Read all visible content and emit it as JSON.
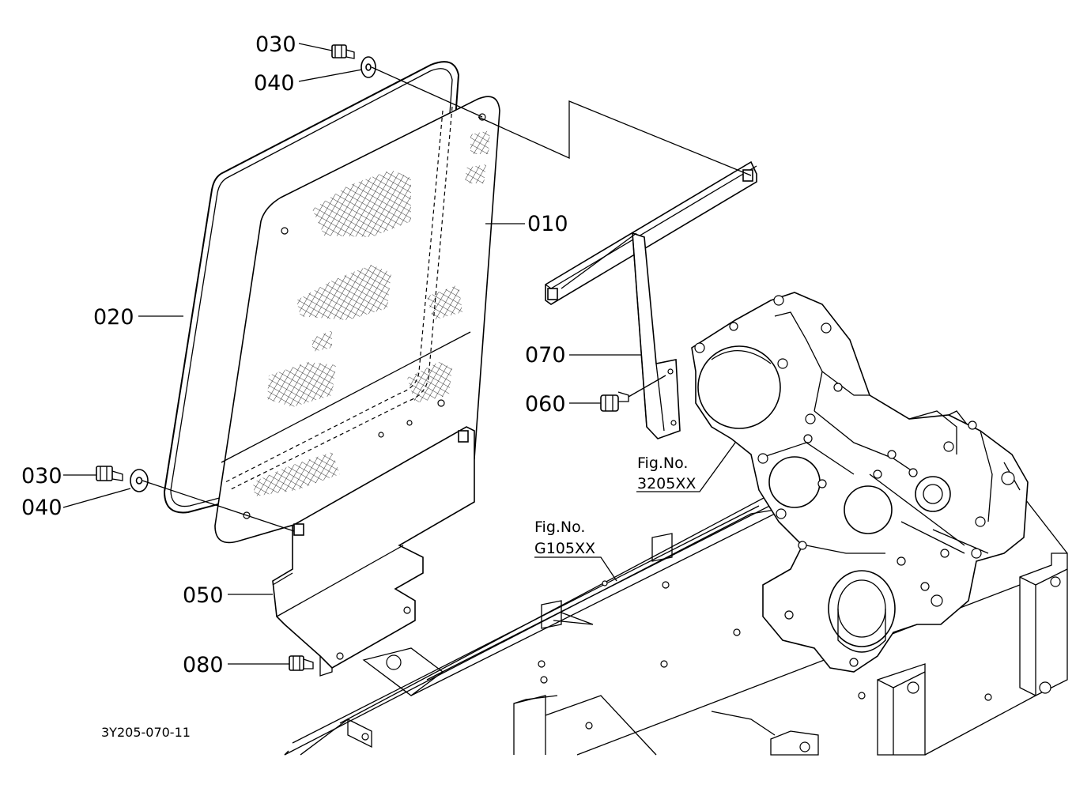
{
  "callouts": {
    "c010": "010",
    "c020": "020",
    "c030_top": "030",
    "c040_top": "040",
    "c030_bottom": "030",
    "c040_bottom": "040",
    "c050": "050",
    "c060": "060",
    "c070": "070",
    "c080": "080"
  },
  "references": {
    "ref1_line1": "Fig.No.",
    "ref1_line2": "3205XX",
    "ref2_line1": "Fig.No.",
    "ref2_line2": "G105XX"
  },
  "drawing_code": "3Y205-070-11"
}
